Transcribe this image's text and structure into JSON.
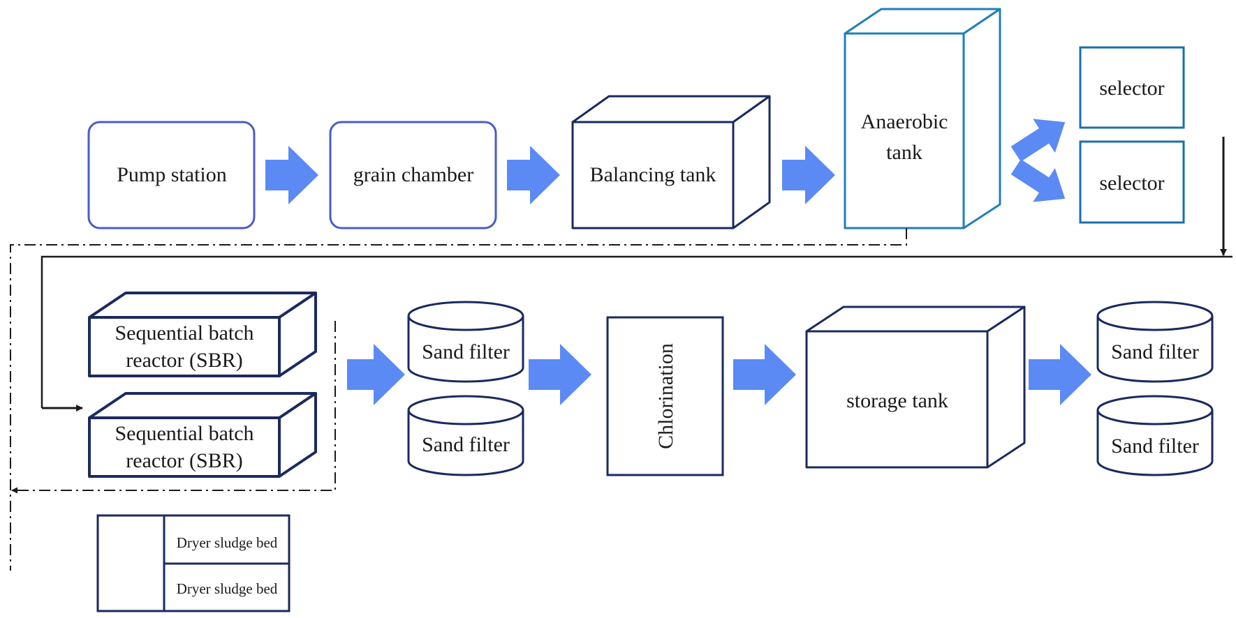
{
  "colors": {
    "arrow": "#5b8af5",
    "navy": "#1b2a5e",
    "rounded_box": "#4a5cc9",
    "anaerobic": "#1f7fb8",
    "selector": "#1a6fae",
    "line": "#1a1a1a"
  },
  "row1": {
    "pump_station": "Pump station",
    "grain_chamber": "grain chamber",
    "balancing_tank": "Balancing tank",
    "anaerobic_tank_line1": "Anaerobic",
    "anaerobic_tank_line2": "tank",
    "selector_top": "selector",
    "selector_bottom": "selector"
  },
  "row2": {
    "sbr_top_line1": "Sequential batch",
    "sbr_top_line2": "reactor (SBR)",
    "sbr_bottom_line1": "Sequential batch",
    "sbr_bottom_line2": "reactor (SBR)",
    "sand_filter_1": "Sand filter",
    "sand_filter_2": "Sand filter",
    "chlorination": "Chlorination",
    "storage_tank": "storage tank",
    "sand_filter_3": "Sand filter",
    "sand_filter_4": "Sand filter"
  },
  "sludge": {
    "bed_1": "Dryer sludge bed",
    "bed_2": "Dryer sludge bed"
  }
}
